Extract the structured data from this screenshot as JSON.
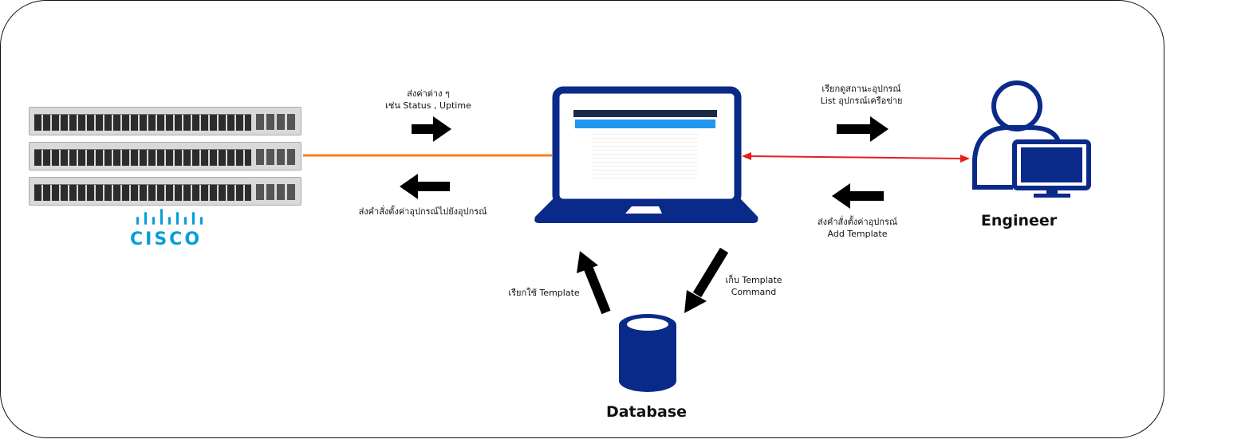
{
  "labels": {
    "send_values_line1": "ส่งค่าต่าง ๆ",
    "send_values_line2": "เช่น Status , Uptime",
    "send_config_to_device": "ส่งคำสั่งตั้งค่าอุปกรณ์ไปยังอุปกรณ์",
    "view_status_line1": "เรียกดูสถานะอุปกรณ์",
    "view_status_line2": "List อุปกรณ์เครือข่าย",
    "engineer_cmd_line1": "ส่งคำสั่งตั้งค่าอุปกรณ์",
    "engineer_cmd_line2": "Add Template",
    "call_template": "เรียกใช้ Template",
    "store_line1": "เก็บ Template",
    "store_line2": "Command"
  },
  "nodes": {
    "engineer": "Engineer",
    "database": "Database",
    "cisco_logo": "CISCO"
  },
  "colors": {
    "cisco_blue": "#049fd9",
    "navy": "#0a2a8a",
    "orange_link": "#f58220",
    "red_link": "#e61e1e"
  }
}
